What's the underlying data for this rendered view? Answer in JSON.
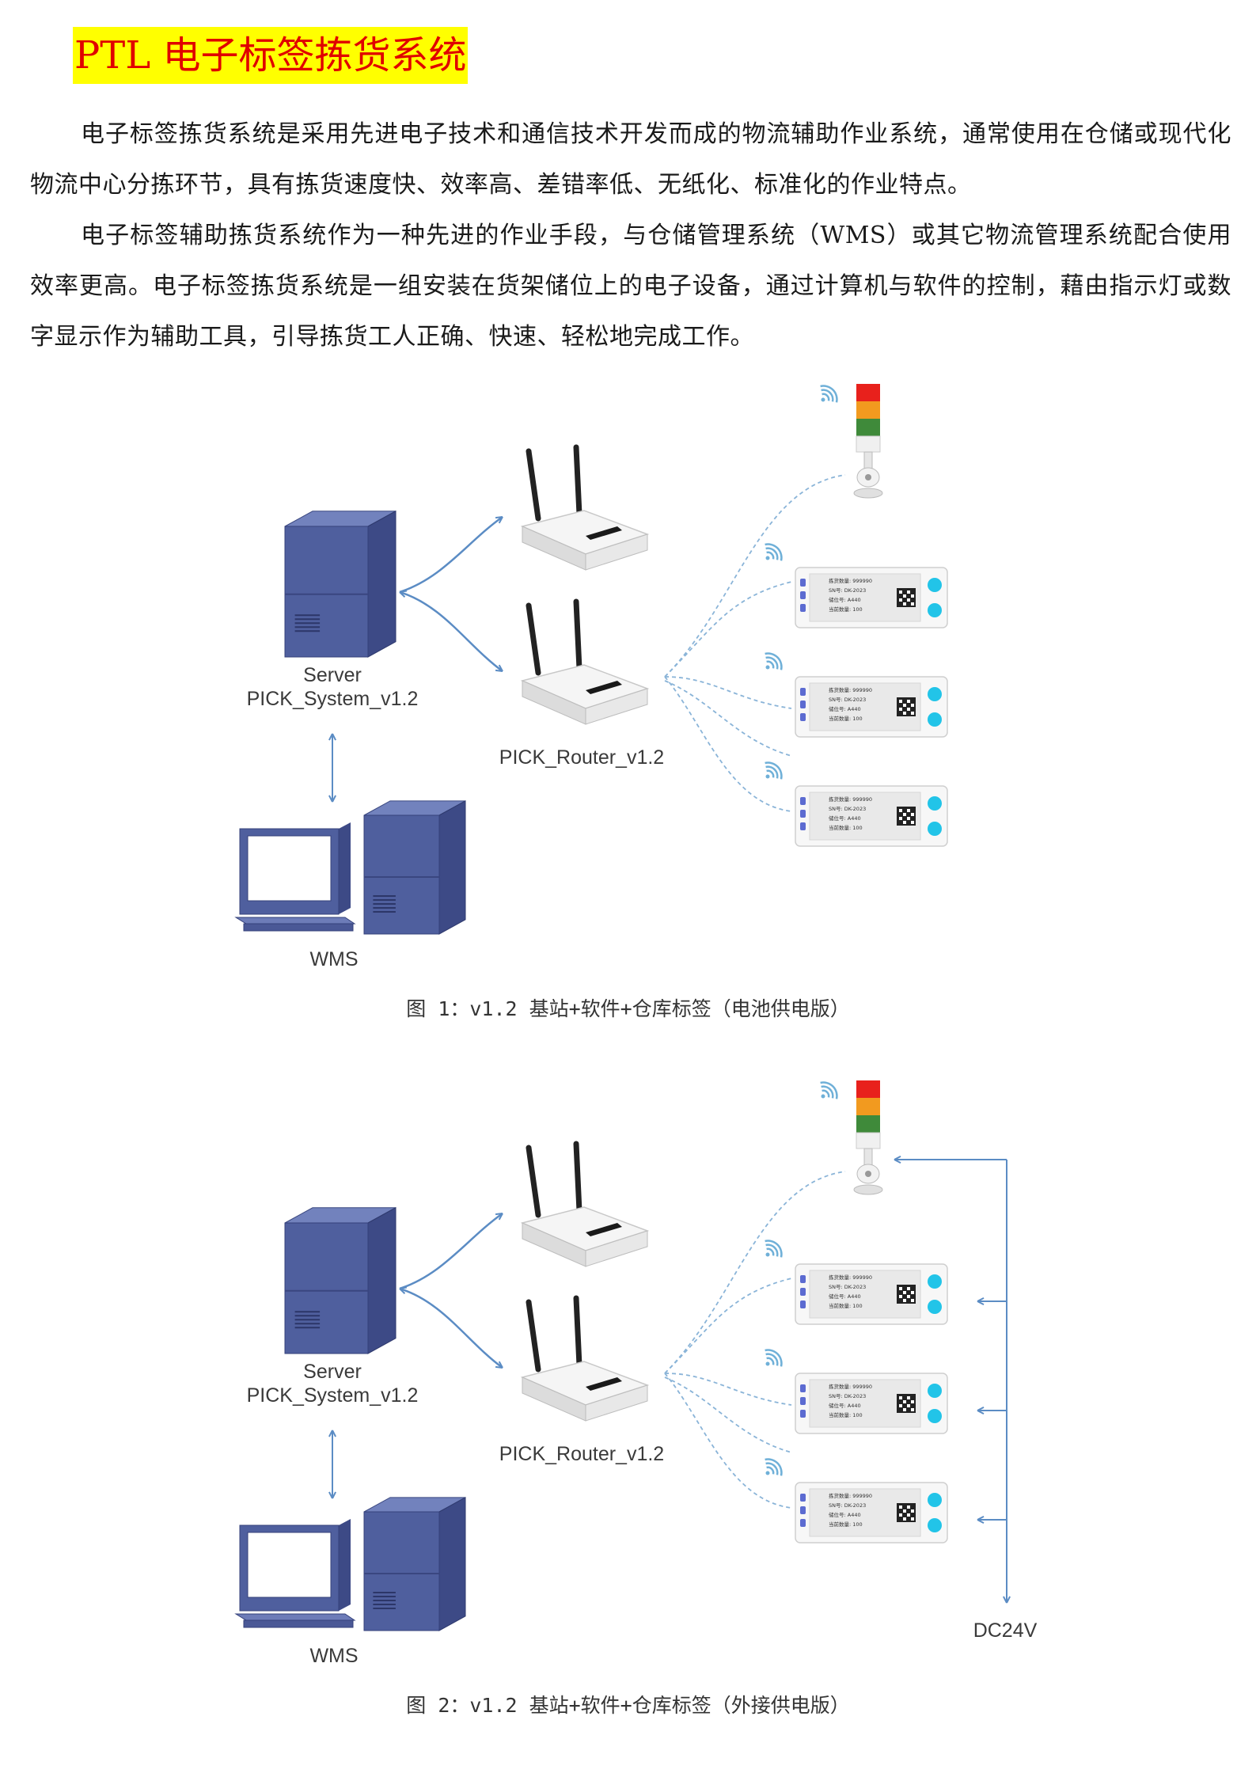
{
  "title": "PTL 电子标签拣货系统",
  "paragraphs": [
    "电子标签拣货系统是采用先进电子技术和通信技术开发而成的物流辅助作业系统，通常使用在仓储或现代化物流中心分拣环节，具有拣货速度快、效率高、差错率低、无纸化、标准化的作业特点。",
    "电子标签辅助拣货系统作为一种先进的作业手段，与仓储管理系统（WMS）或其它物流管理系统配合使用效率更高。电子标签拣货系统是一组安装在货架储位上的电子设备，通过计算机与软件的控制，藉由指示灯或数字显示作为辅助工具，引导拣货工人正确、快速、轻松地完成工作。"
  ],
  "labels": {
    "server_name": "Server",
    "server_system": "PICK_System_v1.2",
    "router": "PICK_Router_v1.2",
    "wms": "WMS",
    "power": "DC24V"
  },
  "tag_display": {
    "line1": "拣货数量: 999990",
    "line2": "SN号: DK-2023",
    "line3": "储位号: A440",
    "line4": "当前数量: 100"
  },
  "figures": [
    {
      "caption": "图 1：v1.2 基站+软件+仓库标签（电池供电版）",
      "external_power": false
    },
    {
      "caption": "图 2：v1.2 基站+软件+仓库标签（外接供电版）",
      "external_power": true
    }
  ],
  "colors": {
    "title_text": "#e00000",
    "title_highlight": "#ffff00",
    "server": "#4f5f9e",
    "arrow": "#5b8cc4",
    "wifi": "#6fb0d8",
    "tag_button": "#22c4e8",
    "light_red": "#e8211c",
    "light_orange": "#f29a1f",
    "light_green": "#3f8a3a"
  }
}
